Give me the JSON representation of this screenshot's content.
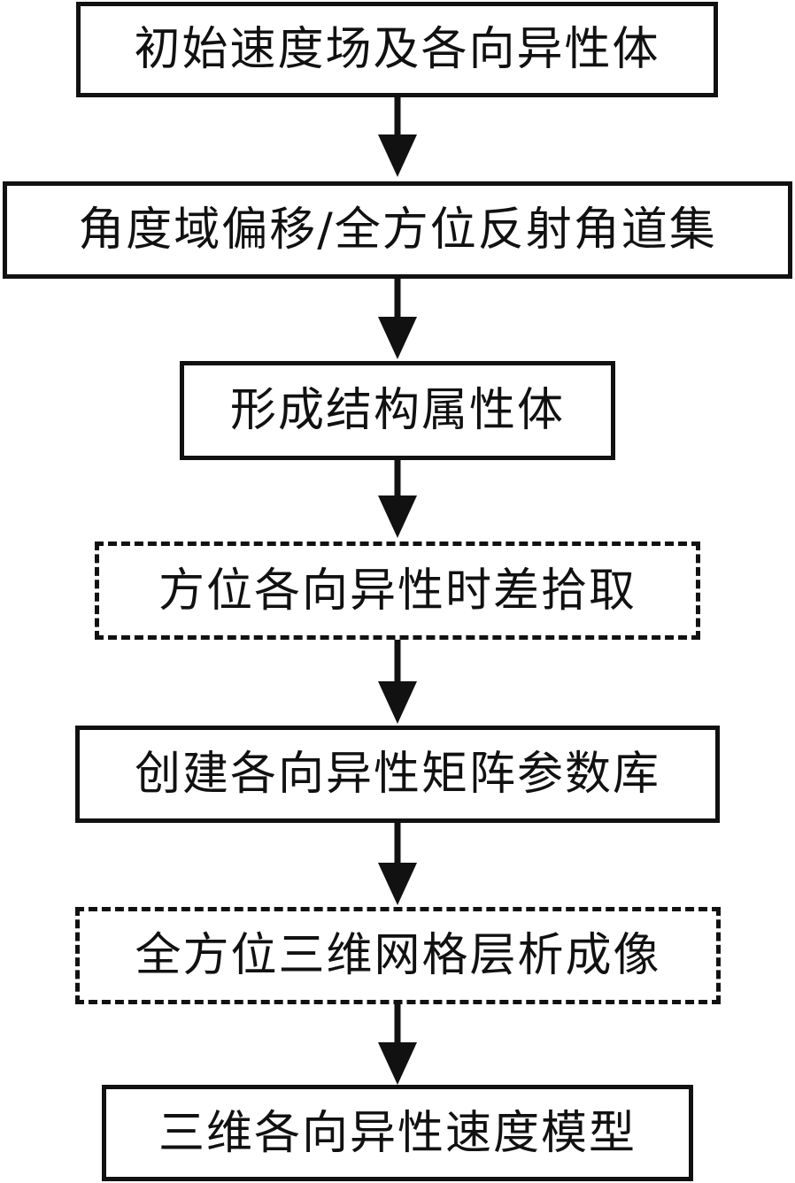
{
  "steps": [
    {
      "label": "初始速度场及各向异性体",
      "style": "solid"
    },
    {
      "label": "角度域偏移/全方位反射角道集",
      "style": "solid"
    },
    {
      "label": "形成结构属性体",
      "style": "solid"
    },
    {
      "label": "方位各向异性时差拾取",
      "style": "dashed"
    },
    {
      "label": "创建各向异性矩阵参数库",
      "style": "solid"
    },
    {
      "label": "全方位三维网格层析成像",
      "style": "dashed"
    },
    {
      "label": "三维各向异性速度模型",
      "style": "solid"
    }
  ]
}
